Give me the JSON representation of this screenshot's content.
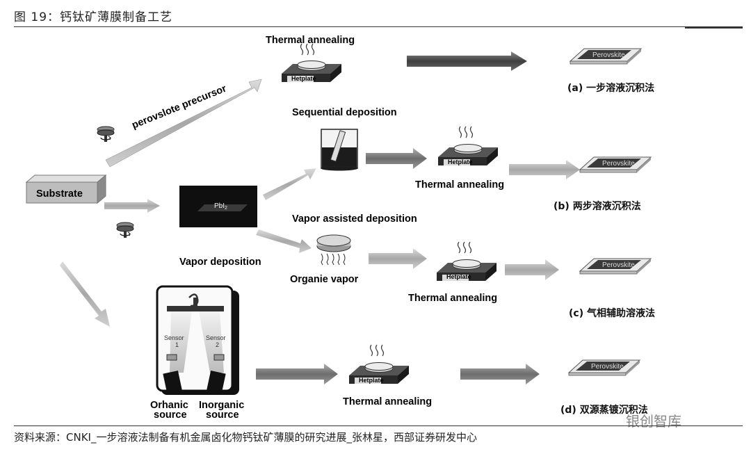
{
  "header": {
    "figure_title": "图 19：钙钛矿薄膜制备工艺"
  },
  "footer": {
    "source": "资料来源：CNKI_一步溶液法制备有机金属卤化物钙钛矿薄膜的研究进展_张林星，西部证券研发中心",
    "watermark": "银创智库"
  },
  "labels": {
    "thermal_annealing": "Thermal annealing",
    "precursor": "perovslote precursor",
    "sequential": "Sequential deposition",
    "vapor_assisted": "Vapor assisted deposition",
    "organic_vapor": "Organie vapor",
    "vapor_deposition": "Vapor deposition",
    "substrate": "Substrate",
    "pbi2_main": "PbI",
    "pbi2_sub": "2",
    "hotplate": "Hetplate",
    "sensor1": "Sensor",
    "sensor1_num": "1",
    "sensor2": "Sensor",
    "sensor2_num": "2",
    "organic_source_1": "Orhanic",
    "organic_source_2": "source",
    "inorganic_source_1": "Inorganic",
    "inorganic_source_2": "source"
  },
  "results": [
    {
      "caption": "(a) 一步溶液沉积法",
      "film": "Perovskite"
    },
    {
      "caption": "(b) 两步溶液沉积法",
      "film": "Perovskite"
    },
    {
      "caption": "(c) 气相辅助溶液法",
      "film": "Perovskite"
    },
    {
      "caption": "(d) 双源蒸镀沉积法",
      "film": "Perovskite"
    }
  ],
  "colors": {
    "arrow_dark": "#5a5a5a",
    "arrow_light": "#bdbdbd",
    "film": "#3a3a3a",
    "glass": "#e6e6e6"
  }
}
